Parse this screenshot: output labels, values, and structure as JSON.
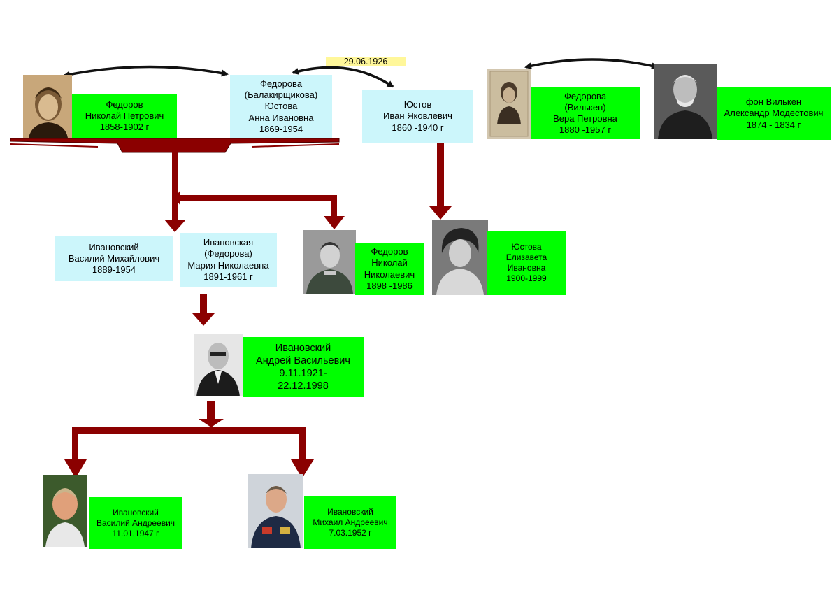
{
  "marriage_date": "29.06.1926",
  "people": {
    "fedorov_np": {
      "lines": [
        "Федоров",
        "Николай Петрович",
        "1858-1902 г"
      ],
      "photo": "portrait-sepia"
    },
    "anna": {
      "lines": [
        "Федорова",
        "(Балакирщикова)",
        "Юстова",
        "Анна Ивановна",
        "1869-1954"
      ]
    },
    "yustov_iv": {
      "lines": [
        "Юстов",
        "Иван Яковлевич",
        "1860 -1940 г"
      ]
    },
    "vera": {
      "lines": [
        "Федорова",
        "(Вилькен)",
        "Вера Петровна",
        "1880 -1957 г"
      ],
      "photo": "portrait-sepia"
    },
    "vilken": {
      "lines": [
        "фон Вилькен",
        "Александр Модестович",
        "1874 - 1834 г"
      ],
      "photo": "portrait-bw"
    },
    "ivanovsky_vm": {
      "lines": [
        "Ивановский",
        "Василий Михайлович",
        "1889-1954"
      ]
    },
    "maria": {
      "lines": [
        "Ивановская",
        "(Федорова)",
        "Мария Николаевна",
        "1891-1961 г"
      ]
    },
    "fedorov_nn": {
      "lines": [
        "Федоров",
        "Николай",
        "Николаевич",
        "1898 -1986"
      ],
      "photo": "portrait-bw"
    },
    "yustova_ei": {
      "lines": [
        "Юстова",
        "Елизавета",
        "Ивановна",
        "1900-1999"
      ],
      "photo": "portrait-bw"
    },
    "andrey": {
      "lines": [
        "Ивановский",
        "Андрей Васильевич",
        "9.11.1921-",
        "22.12.1998"
      ],
      "photo": "portrait-bw"
    },
    "vasily_a": {
      "lines": [
        "Ивановский",
        "Василий Андреевич",
        "11.01.1947 г"
      ],
      "photo": "portrait-color"
    },
    "mikhail_a": {
      "lines": [
        "Ивановский",
        "Михаил Андреевич",
        "7.03.1952 г"
      ],
      "photo": "portrait-color"
    }
  },
  "colors": {
    "arrow": "#8b0000",
    "arrow_dark": "#620000",
    "marriage_line": "#111111",
    "photo_box": "#00ff00",
    "text_box": "#ccf6fb",
    "date_highlight": "#fff79a"
  }
}
